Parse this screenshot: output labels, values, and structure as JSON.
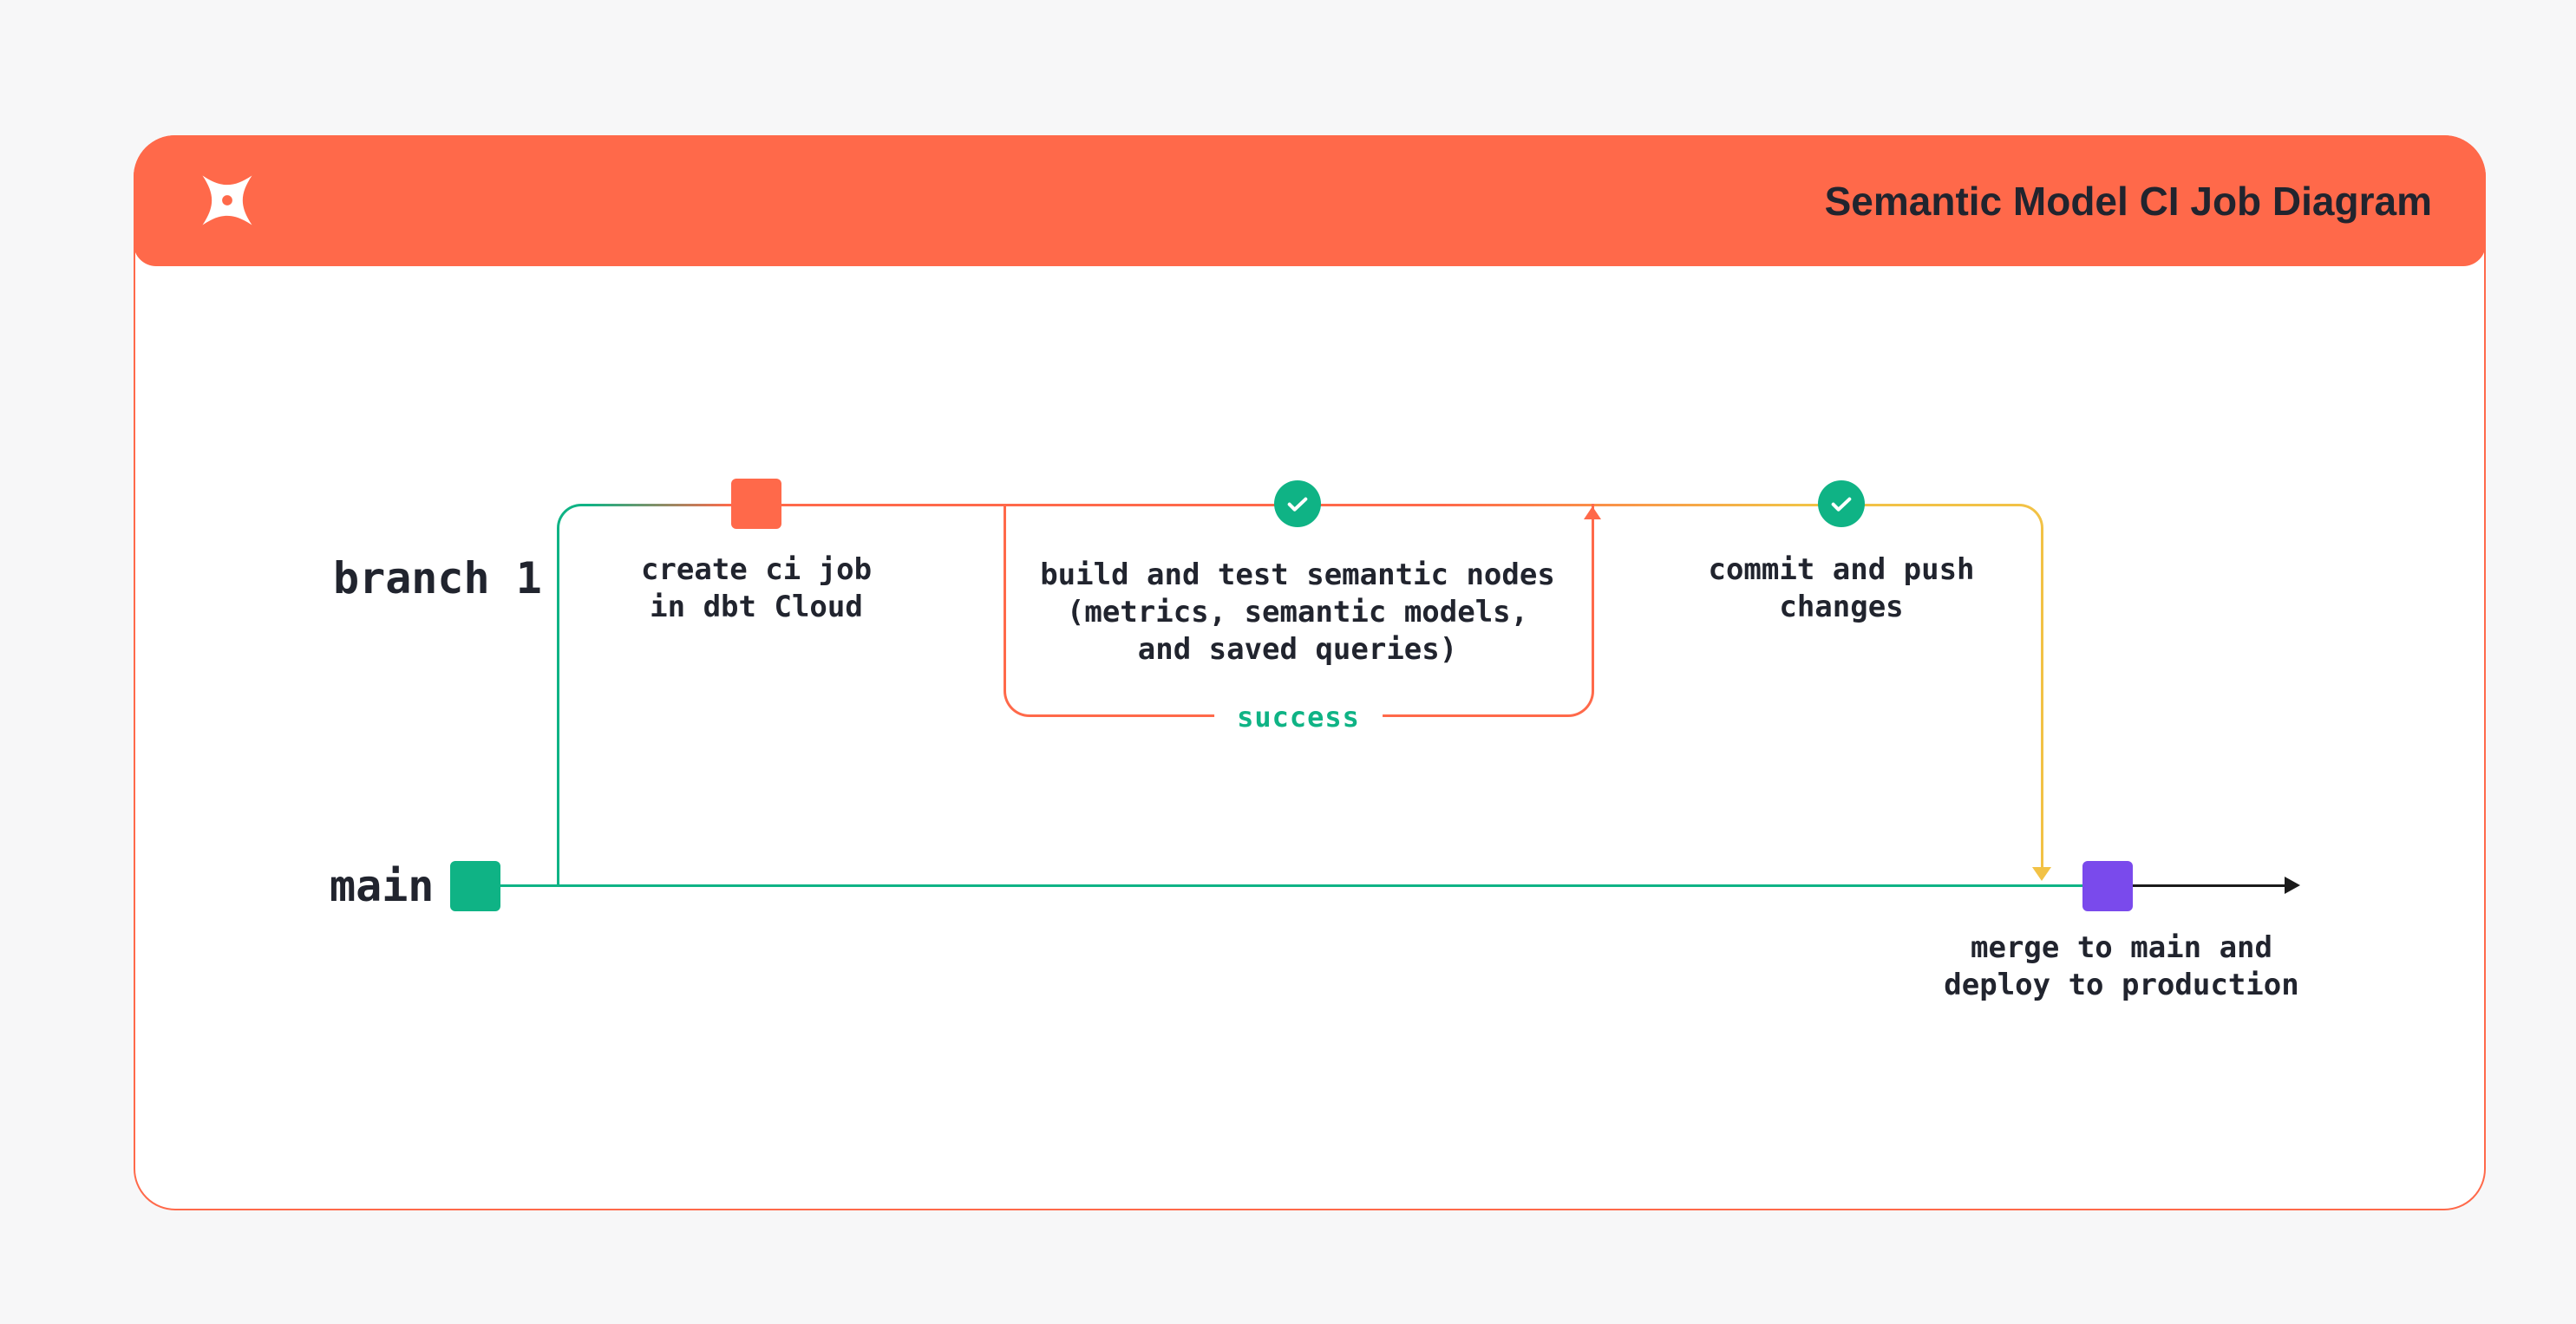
{
  "header": {
    "title": "Semantic Model CI Job Diagram",
    "logo_name": "dbt-logo",
    "background": "#FF694A",
    "title_color": "#21242E"
  },
  "diagram": {
    "branch_label": "branch 1",
    "main_label": "main",
    "success_label": "success",
    "nodes": {
      "create_ci": {
        "marker": "orange-square",
        "label": "create ci job\nin dbt Cloud"
      },
      "build_test": {
        "marker": "check-circle",
        "label": "build and test semantic nodes\n(metrics, semantic models,\nand saved queries)"
      },
      "commit_push": {
        "marker": "check-circle",
        "label": "commit and push\nchanges"
      },
      "merge_deploy": {
        "marker": "purple-square",
        "label": "merge to main and\ndeploy to production"
      }
    },
    "colors": {
      "coral": "#FF694A",
      "teal": "#0FB385",
      "yellow": "#F2C246",
      "purple": "#7A4AEC",
      "ink": "#21242E",
      "page_background": "#F7F7F8"
    }
  }
}
